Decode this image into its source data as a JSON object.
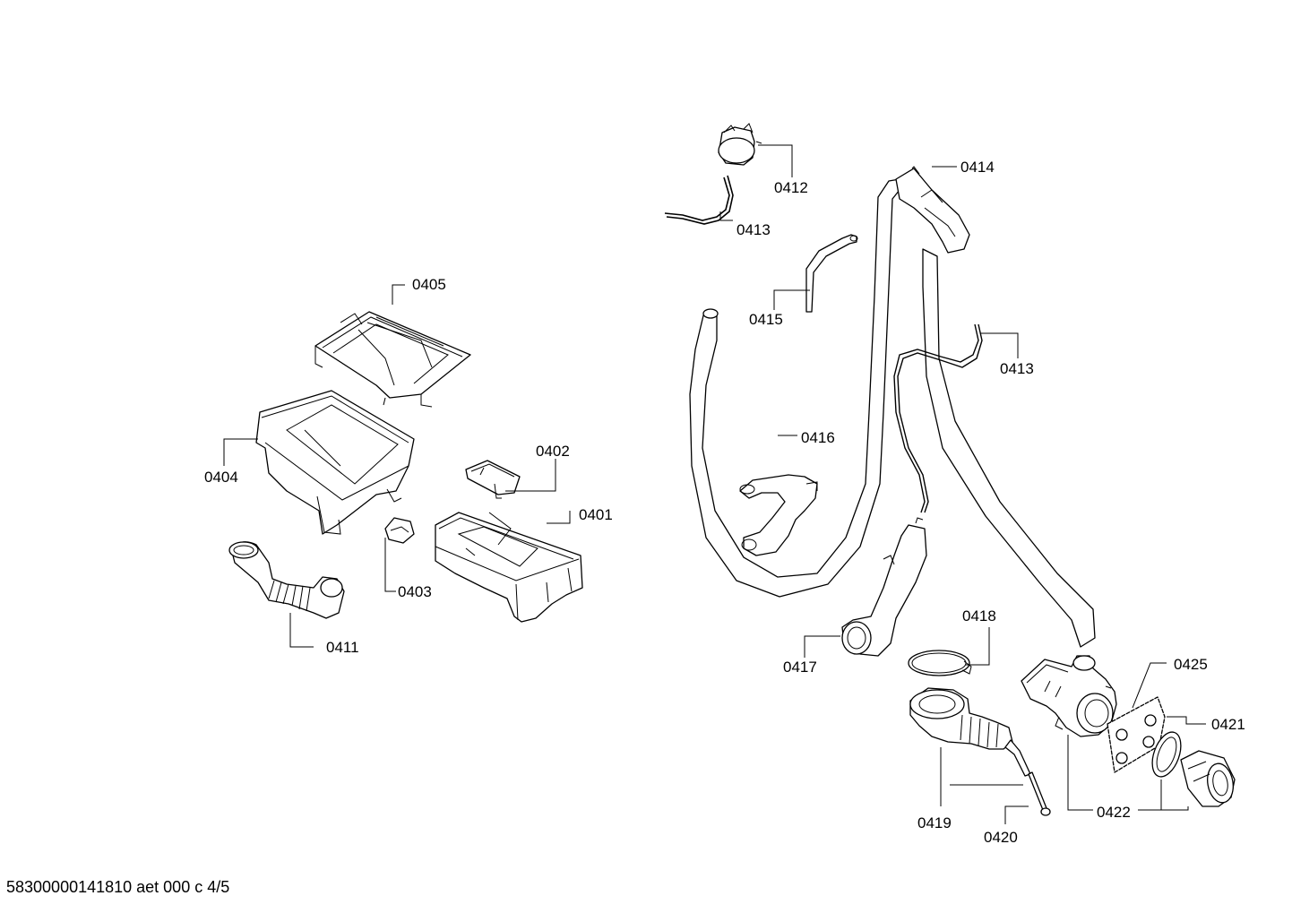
{
  "labels": {
    "l0401": "0401",
    "l0402": "0402",
    "l0403": "0403",
    "l0404": "0404",
    "l0405": "0405",
    "l0411": "0411",
    "l0412": "0412",
    "l0413a": "0413",
    "l0413b": "0413",
    "l0414": "0414",
    "l0415": "0415",
    "l0416": "0416",
    "l0417": "0417",
    "l0418": "0418",
    "l0419": "0419",
    "l0420": "0420",
    "l0421": "0421",
    "l0422": "0422",
    "l0425": "0425"
  },
  "footer": "58300000141810 aet 000 c 4/5"
}
